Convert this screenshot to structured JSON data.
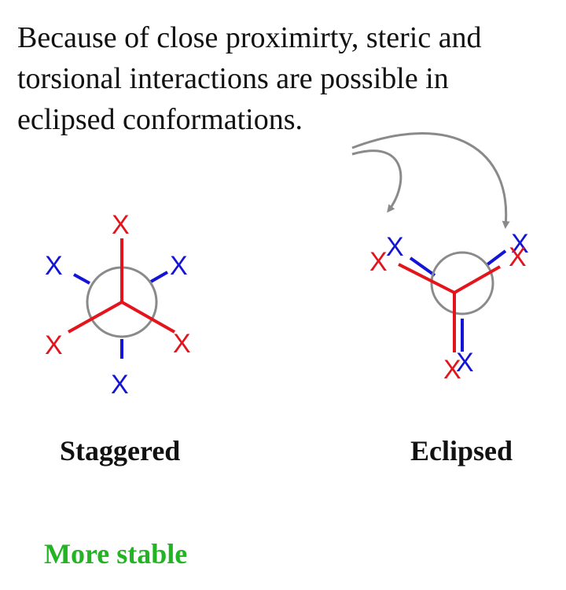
{
  "caption": {
    "line1": "Because of close proximirty, steric and",
    "line2": "torsional interactions are possible in",
    "line3": "eclipsed conformations."
  },
  "substituent_label": "X",
  "staggered": {
    "title": "Staggered"
  },
  "eclipsed": {
    "title": "Eclipsed"
  },
  "stability_note": "More stable",
  "colors": {
    "front_bond": "#e3141b",
    "back_bond": "#1414d6",
    "ring": "#8a8a8a",
    "arrow": "#8a8a8a",
    "stability_note": "#22b422"
  }
}
